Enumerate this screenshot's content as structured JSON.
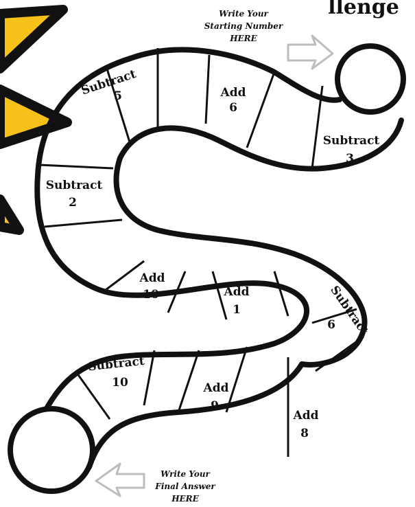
{
  "header": {
    "title_fragment": "llenge"
  },
  "start": {
    "note_lines": [
      "Write Your",
      "Starting Number",
      "HERE"
    ]
  },
  "finish": {
    "note_lines": [
      "Write Your",
      "Final Answer",
      "HERE"
    ]
  },
  "squares": [
    {
      "op": "Subtract",
      "num": "5"
    },
    {
      "op": "Add",
      "num": "6"
    },
    {
      "op": "Subtract",
      "num": "3"
    },
    {
      "op": "Subtract",
      "num": "2"
    },
    {
      "op": "Add",
      "num": "10"
    },
    {
      "op": "Add",
      "num": "1"
    },
    {
      "op": "Subtract",
      "num": "6"
    },
    {
      "op": "Subtract",
      "num": "10"
    },
    {
      "op": "Add",
      "num": "9"
    },
    {
      "op": "Add",
      "num": "8"
    }
  ],
  "colors": {
    "star_fill": "#f6c21a",
    "star_stroke": "#111111",
    "path_stroke": "#111111",
    "arrow_stroke": "#bdbdbd"
  }
}
